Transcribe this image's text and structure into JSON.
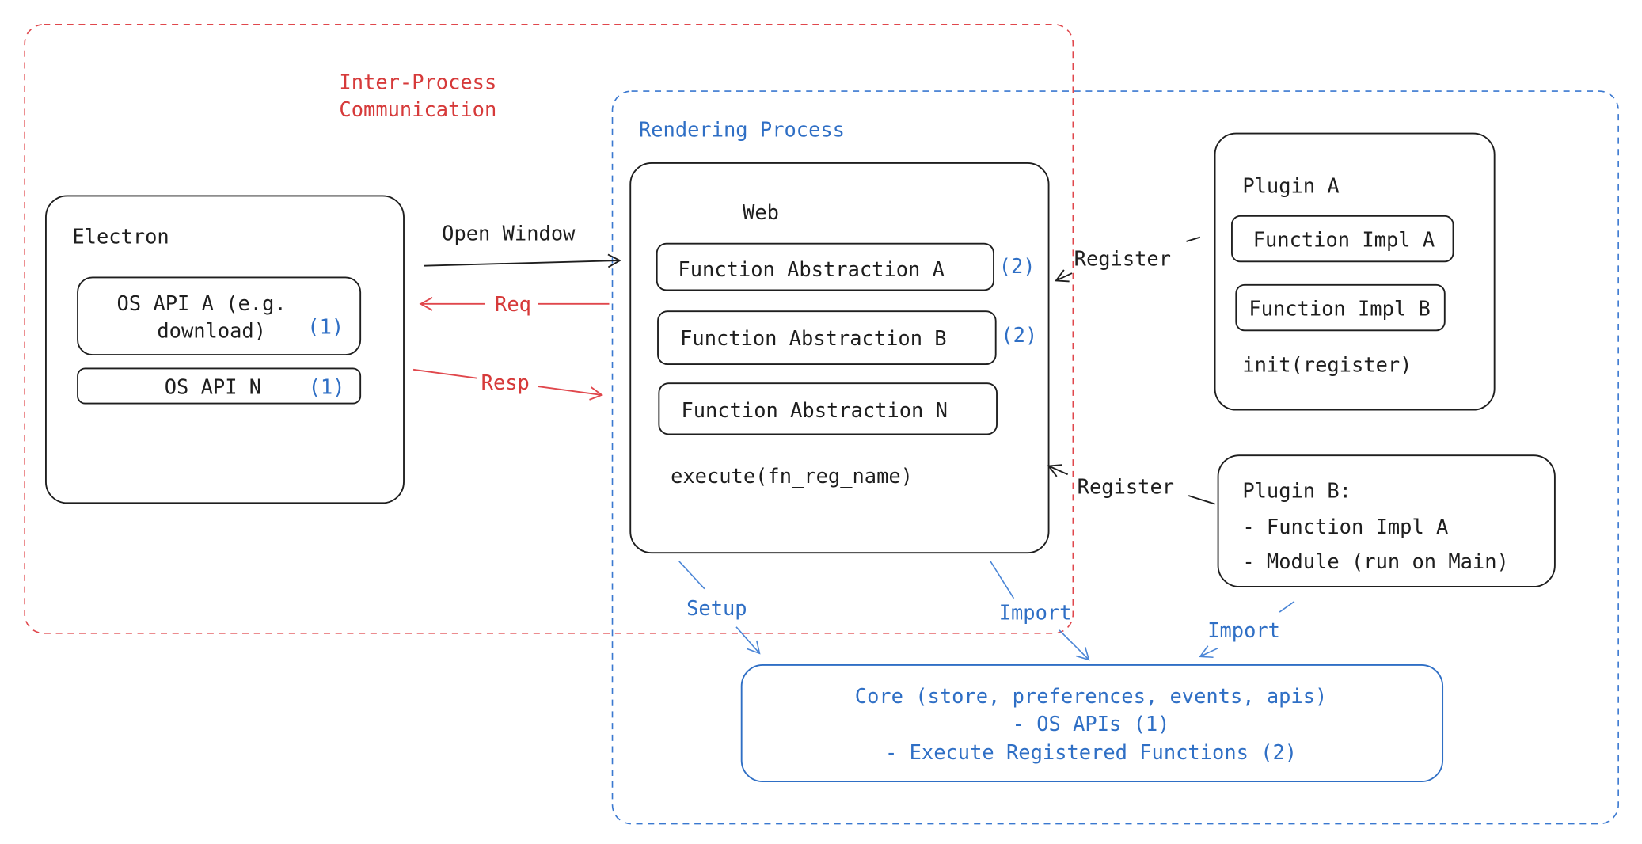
{
  "colors": {
    "ink": "#1e1e1e",
    "ipc": "#d63a3a",
    "renderer": "#2f6fc5"
  },
  "ipc_group": {
    "title_line1": "Inter-Process",
    "title_line2": "Communication"
  },
  "rendering_group": {
    "title": "Rendering Process"
  },
  "electron": {
    "title": "Electron",
    "os_api_a_line1": "OS API A (e.g.",
    "os_api_a_line2": "download)",
    "os_api_a_tag": "(1)",
    "os_api_n": "OS API N",
    "os_api_n_tag": "(1)"
  },
  "edges": {
    "open_window": "Open Window",
    "req": "Req",
    "resp": "Resp",
    "register_a": "Register",
    "register_b": "Register",
    "setup": "Setup",
    "import_web": "Import",
    "import_plugin": "Import"
  },
  "web": {
    "title": "Web",
    "fa_a": "Function Abstraction A",
    "fa_a_tag": "(2)",
    "fa_b": "Function Abstraction B",
    "fa_b_tag": "(2)",
    "fa_n": "Function Abstraction N",
    "execute": "execute(fn_reg_name)"
  },
  "plugin_a": {
    "title": "Plugin A",
    "impl_a": "Function Impl A",
    "impl_b": "Function Impl B",
    "init": "init(register)"
  },
  "plugin_b": {
    "title": "Plugin B:",
    "line1": "- Function Impl A",
    "line2": "- Module (run on Main)"
  },
  "core": {
    "line1": "Core (store, preferences, events, apis)",
    "line2": "- OS APIs (1)",
    "line3": "- Execute Registered Functions (2)"
  }
}
